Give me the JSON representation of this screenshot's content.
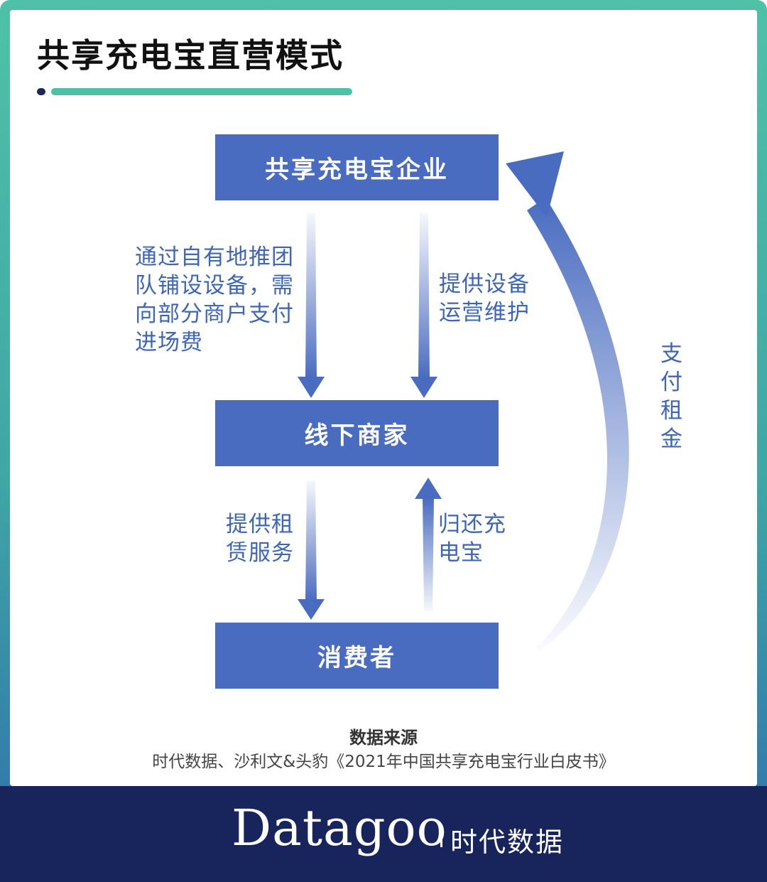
{
  "title": "共享充电宝直营模式",
  "nodes": {
    "enterprise": "共享充电宝企业",
    "merchant": "线下商家",
    "consumer": "消费者"
  },
  "edges": {
    "direct_deploy": "通过自有地推团队铺设设备，需向部分商户支付进场费",
    "operations": "提供设备运营维护",
    "rental_service": "提供租赁服务",
    "return_powerbank": "归还充电宝",
    "pay_rent": "支付租金"
  },
  "source": {
    "title": "数据来源",
    "text": "时代数据、沙利文&头豹《2021年中国共享充电宝行业白皮书》"
  },
  "footer": {
    "brand": "Datagoo",
    "brand_cn": "时代数据"
  },
  "colors": {
    "node_fill": "#4a6cc0",
    "label_text": "#3e66b8",
    "accent_teal": "#4cc1a6",
    "footer_bg": "#17255c"
  }
}
